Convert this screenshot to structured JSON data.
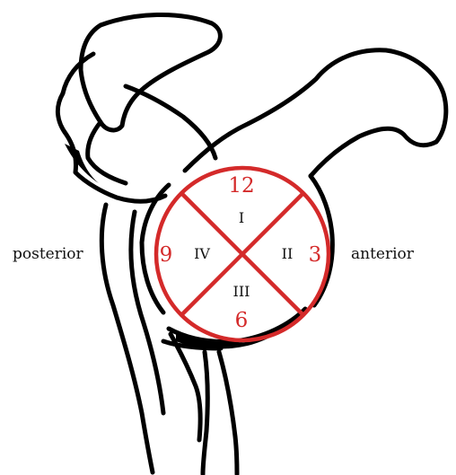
{
  "colors": {
    "outline": "#000000",
    "circle": "#d42a2a",
    "background": "#ffffff"
  },
  "labels": {
    "left": "posterior",
    "right": "anterior"
  },
  "clock": {
    "top": "12",
    "right": "3",
    "bottom": "6",
    "left": "9"
  },
  "quadrants": {
    "top": "I",
    "right": "II",
    "bottom": "III",
    "left": "IV"
  }
}
